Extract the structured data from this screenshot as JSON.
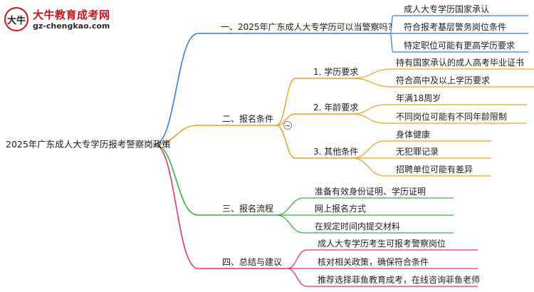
{
  "logo": {
    "mark": "大牛",
    "title": "大牛教育成考网",
    "url": "gz-chengkao.com"
  },
  "root": "2025年广东成人大专学历报考警察岗政策",
  "colors": {
    "blue": "#2f80ed",
    "orange": "#f0a020",
    "green": "#3cb043",
    "pink": "#e8337a"
  },
  "branches": [
    {
      "label": "一、2025年广东成人大专学历可以当警察吗？",
      "color": "blue",
      "children": [
        {
          "label": "成人大专学历国家承认"
        },
        {
          "label": "符合报考基层警务岗位条件"
        },
        {
          "label": "特定职位可能有更高学历要求"
        }
      ]
    },
    {
      "label": "二、报名条件",
      "color": "orange",
      "children": [
        {
          "label": "1. 学历要求",
          "children": [
            {
              "label": "持有国家承认的成人高考毕业证书"
            },
            {
              "label": "符合高中及以上学历要求"
            }
          ]
        },
        {
          "label": "2. 年龄要求",
          "children": [
            {
              "label": "年满18周岁"
            },
            {
              "label": "不同岗位可能有不同年龄限制"
            }
          ]
        },
        {
          "label": "3. 其他条件",
          "children": [
            {
              "label": "身体健康"
            },
            {
              "label": "无犯罪记录"
            },
            {
              "label": "招聘单位可能有差异"
            }
          ]
        }
      ]
    },
    {
      "label": "三、报名流程",
      "color": "green",
      "children": [
        {
          "label": "准备有效身份证明、学历证明"
        },
        {
          "label": "网上报名方式"
        },
        {
          "label": "在规定时间内提交材料"
        }
      ]
    },
    {
      "label": "四、总结与建议",
      "color": "pink",
      "children": [
        {
          "label": "成人大专学历考生可报考警察岗位"
        },
        {
          "label": "核对相关政策，确保符合条件"
        },
        {
          "label": "推荐选择菲鱼教育成考，在线咨询菲鱼老师"
        }
      ]
    }
  ]
}
